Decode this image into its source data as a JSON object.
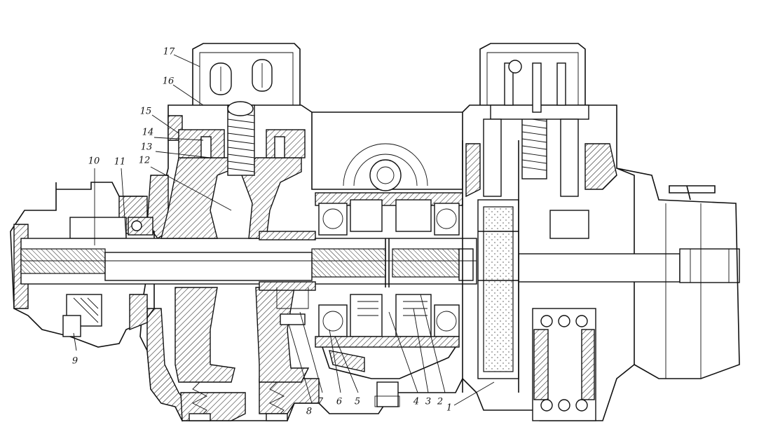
{
  "figure": {
    "callouts": [
      {
        "id": "c1",
        "label": "1"
      },
      {
        "id": "c2",
        "label": "2"
      },
      {
        "id": "c3",
        "label": "3"
      },
      {
        "id": "c4",
        "label": "4"
      },
      {
        "id": "c5",
        "label": "5"
      },
      {
        "id": "c6",
        "label": "6"
      },
      {
        "id": "c7",
        "label": "7"
      },
      {
        "id": "c8",
        "label": "8"
      },
      {
        "id": "c9",
        "label": "9"
      },
      {
        "id": "c10",
        "label": "10"
      },
      {
        "id": "c11",
        "label": "11"
      },
      {
        "id": "c12",
        "label": "12"
      },
      {
        "id": "c13",
        "label": "13"
      },
      {
        "id": "c14",
        "label": "14"
      },
      {
        "id": "c15",
        "label": "15"
      },
      {
        "id": "c16",
        "label": "16"
      },
      {
        "id": "c17",
        "label": "17"
      }
    ]
  }
}
